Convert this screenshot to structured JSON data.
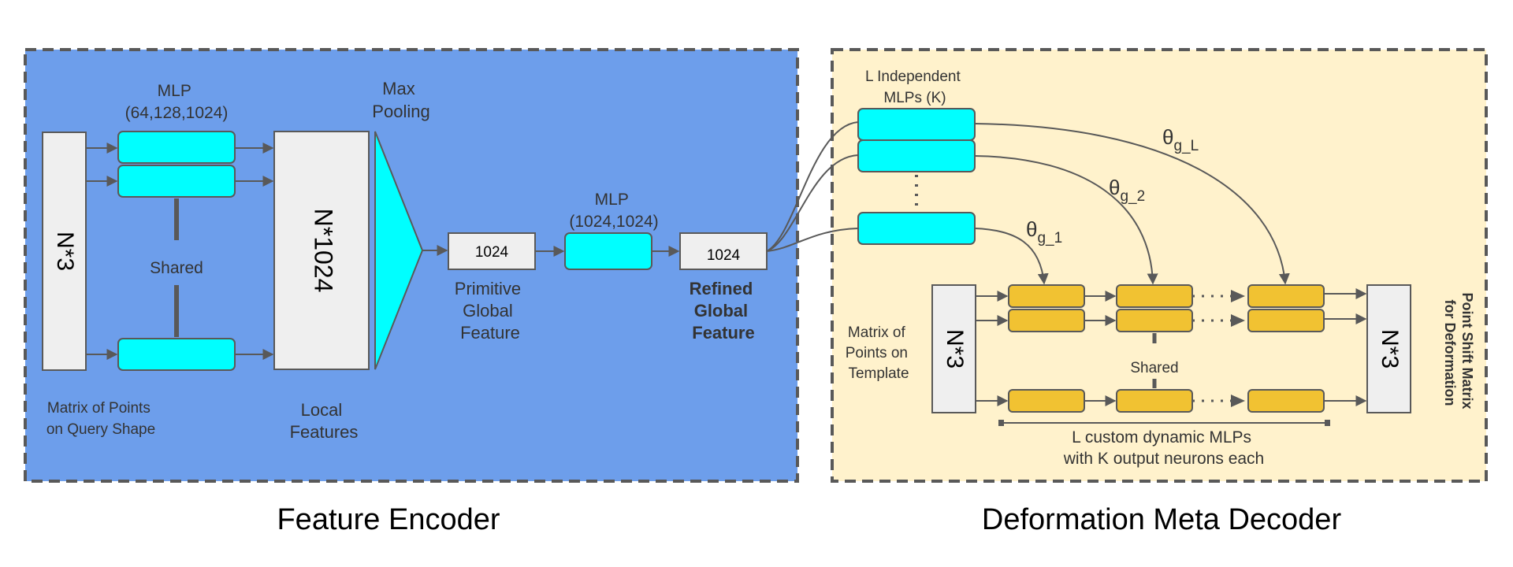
{
  "encoder": {
    "input_matrix": "N*3",
    "input_caption": [
      "Matrix of Points",
      "on Query Shape"
    ],
    "mlp_title": [
      "MLP",
      "(64,128,1024)"
    ],
    "shared_label": "Shared",
    "local_matrix": "N*1024",
    "local_caption": [
      "Local",
      "Features"
    ],
    "pool_label": [
      "Max",
      "Pooling"
    ],
    "primitive_value": "1024",
    "primitive_caption": [
      "Primitive",
      "Global",
      "Feature"
    ],
    "mlp2_title": [
      "MLP",
      "(1024,1024)"
    ],
    "refined_value": "1024",
    "refined_caption": [
      "Refined",
      "Global",
      "Feature"
    ],
    "panel_title": "Feature Encoder"
  },
  "decoder": {
    "mlps_title": [
      "L Independent",
      "MLPs (K)"
    ],
    "theta_labels": [
      {
        "base": "θ",
        "sub": "g_1"
      },
      {
        "base": "θ",
        "sub": "g_2"
      },
      {
        "base": "θ",
        "sub": "g_L"
      }
    ],
    "template_matrix": "N*3",
    "template_caption": [
      "Matrix of",
      "Points on",
      "Template"
    ],
    "shared_label": "Shared",
    "output_matrix": "N*3",
    "output_caption": [
      "Point Shift Matrix",
      "for Deformation"
    ],
    "custom_caption": [
      "L custom dynamic MLPs",
      "with K output neurons each"
    ],
    "panel_title": "Deformation Meta Decoder"
  },
  "colors": {
    "encoder_bg": "#6d9eeb",
    "decoder_bg": "#fff2cc",
    "cyan": "#00ffff",
    "gold": "#f1c232",
    "matrix": "#efefef",
    "line": "#595959",
    "border": "#595959"
  }
}
